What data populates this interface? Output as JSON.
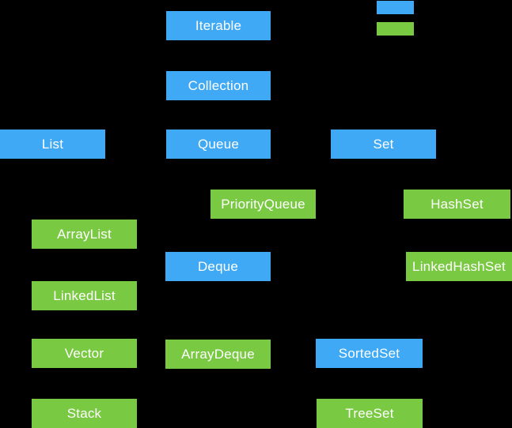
{
  "canvas": {
    "background_color": "#000000"
  },
  "legend": {
    "interface_color": "#3FA9F5",
    "class_color": "#7AC943"
  },
  "diagram": {
    "nodes": {
      "iterable": {
        "label": "Iterable",
        "type": "interface"
      },
      "collection": {
        "label": "Collection",
        "type": "interface"
      },
      "list": {
        "label": "List",
        "type": "interface"
      },
      "queue": {
        "label": "Queue",
        "type": "interface"
      },
      "set": {
        "label": "Set",
        "type": "interface"
      },
      "priorityQueue": {
        "label": "PriorityQueue",
        "type": "class"
      },
      "hashSet": {
        "label": "HashSet",
        "type": "class"
      },
      "arrayList": {
        "label": "ArrayList",
        "type": "class"
      },
      "deque": {
        "label": "Deque",
        "type": "interface"
      },
      "linkedHashSet": {
        "label": "LinkedHashSet",
        "type": "class"
      },
      "linkedList": {
        "label": "LinkedList",
        "type": "class"
      },
      "vector": {
        "label": "Vector",
        "type": "class"
      },
      "arrayDeque": {
        "label": "ArrayDeque",
        "type": "class"
      },
      "sortedSet": {
        "label": "SortedSet",
        "type": "interface"
      },
      "stack": {
        "label": "Stack",
        "type": "class"
      },
      "treeSet": {
        "label": "TreeSet",
        "type": "class"
      }
    }
  }
}
